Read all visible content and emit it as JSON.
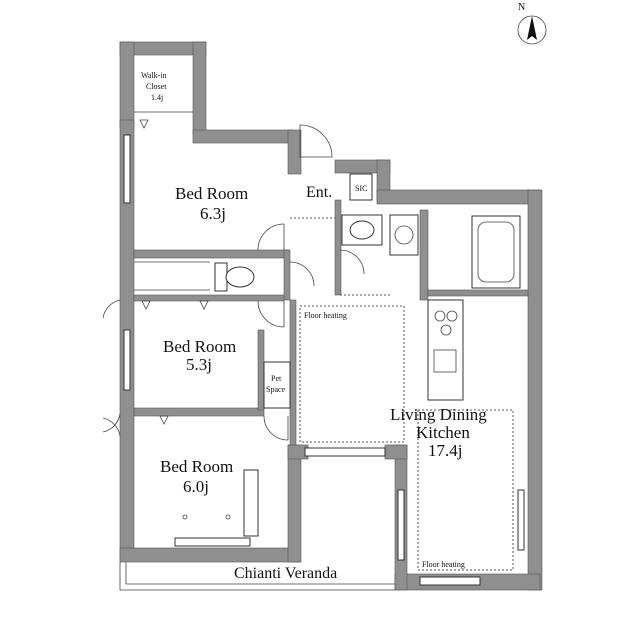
{
  "compass": {
    "north_label": "N"
  },
  "rooms": {
    "walk_in_closet": {
      "line1": "Walk-in",
      "line2": "Closet",
      "size": "1.4j"
    },
    "bedroom_1": {
      "name": "Bed Room",
      "size": "6.3j"
    },
    "bedroom_2": {
      "name": "Bed Room",
      "size": "5.3j"
    },
    "bedroom_3": {
      "name": "Bed Room",
      "size": "6.0j"
    },
    "entrance": {
      "name": "Ent."
    },
    "shoe_closet": {
      "name": "SIC"
    },
    "pet_space": {
      "line1": "Pet",
      "line2": "Space"
    },
    "ldk": {
      "line1": "Living Dining",
      "line2": "Kitchen",
      "size": "17.4j"
    },
    "veranda": {
      "name": "Chianti Veranda"
    }
  },
  "notes": {
    "floor_heating_top": "Floor heating",
    "floor_heating_bottom": "Floor heating"
  },
  "colors": {
    "wall": "#8f8f8f",
    "line": "#333333",
    "background": "#ffffff"
  }
}
